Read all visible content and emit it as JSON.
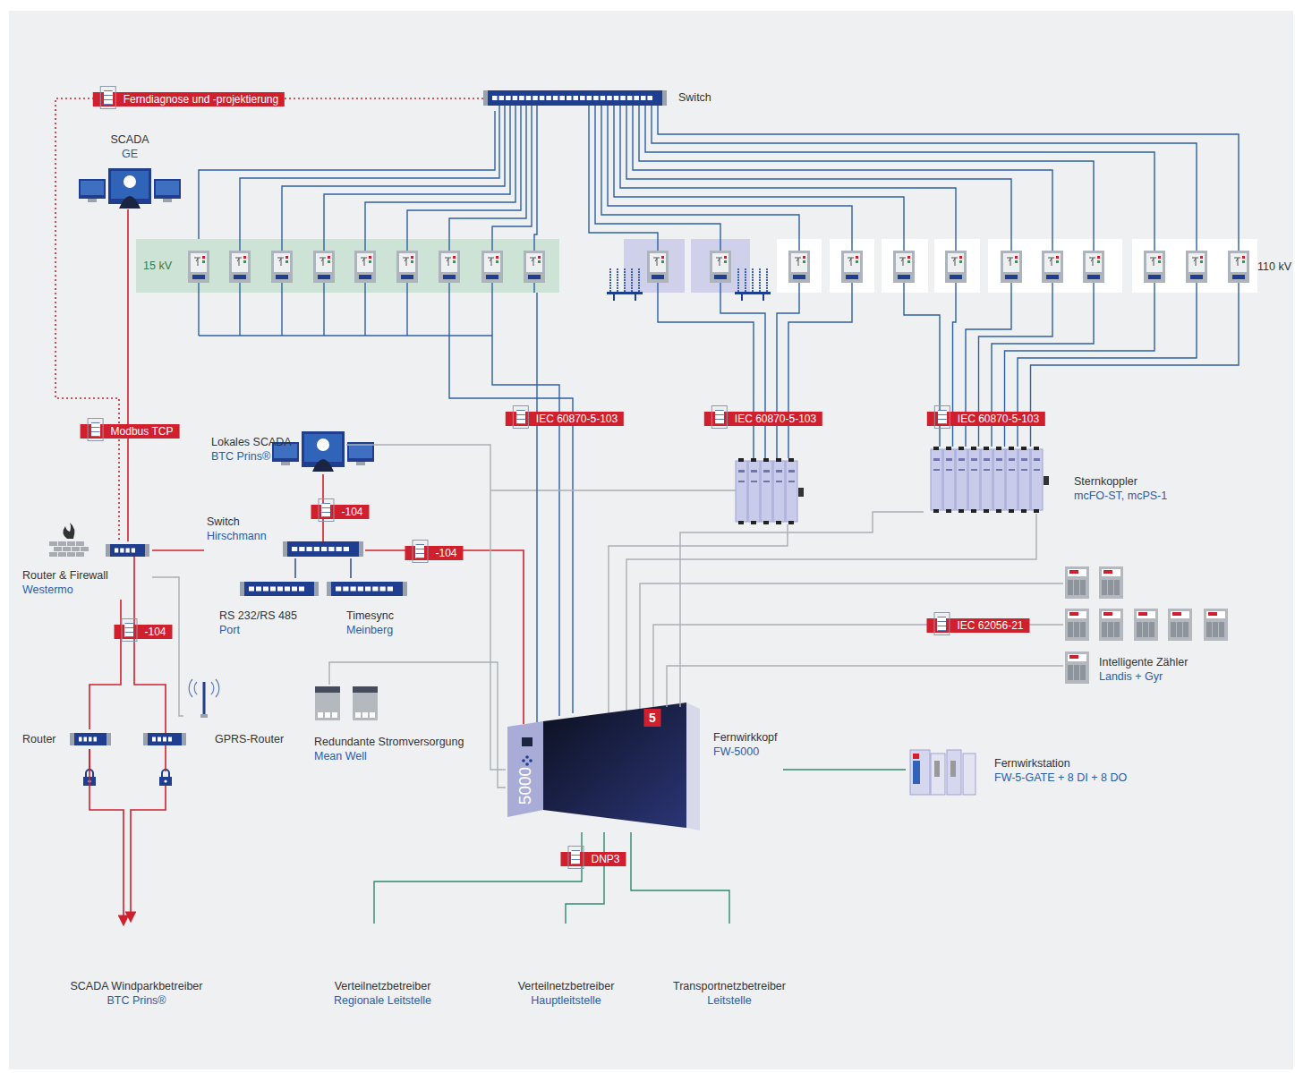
{
  "diagram": {
    "nodes": [
      {
        "text": [
          "Switch"
        ]
      },
      {
        "text": [
          "SCADA",
          "GE"
        ]
      },
      {
        "text": [
          "15 kV"
        ]
      },
      {
        "text": [
          "Lokales SCADA",
          "BTC Prins®"
        ]
      },
      {
        "text": [
          "Router & Firewall",
          "Westermo"
        ]
      },
      {
        "text": [
          "Switch",
          "Hirschmann"
        ]
      },
      {
        "text": [
          "RS 232/RS 485",
          "Port"
        ]
      },
      {
        "text": [
          "Timesync",
          "Meinberg"
        ]
      },
      {
        "text": [
          "Sternkoppler",
          "mcFO-ST, mcPS-1"
        ]
      },
      {
        "text": [
          "Router"
        ]
      },
      {
        "text": [
          "GPRS-Router"
        ]
      },
      {
        "text": [
          "Redundante Stromversorgung",
          "Mean Well"
        ]
      },
      {
        "text": [
          "Fernwirkkopf",
          "FW-5000"
        ]
      },
      {
        "text": [
          "Fernwirkstation",
          "FW-5-GATE + 8 DI + 8 DO"
        ]
      },
      {
        "text": [
          "Intelligente Zähler",
          "Landis + Gyr"
        ]
      },
      {
        "text": [
          "SCADA Windparkbetreiber",
          "BTC Prins®"
        ]
      },
      {
        "text": [
          "Verteilnetzbetreiber",
          "Regionale Leitstelle"
        ]
      },
      {
        "text": [
          "Verteilnetzbetreiber",
          "Hauptleitstelle"
        ]
      },
      {
        "text": [
          "Transportnetzbetreiber",
          "Leitstelle"
        ]
      }
    ],
    "edges": [
      {
        "from": 1,
        "to": 4,
        "arrow": "none",
        "label": "Modbus TCP"
      },
      {
        "from": 0,
        "to": 4,
        "arrow": "none",
        "label": "Ferndiagnose und -projektierung"
      },
      {
        "from": 3,
        "to": 5,
        "arrow": "none",
        "label": "-104"
      },
      {
        "from": 5,
        "to": 6,
        "arrow": "none"
      },
      {
        "from": 5,
        "to": 7,
        "arrow": "none"
      },
      {
        "from": 4,
        "to": 5,
        "arrow": "none"
      },
      {
        "from": 5,
        "to": 12,
        "arrow": "none",
        "label": "-104"
      },
      {
        "from": 4,
        "to": 9,
        "arrow": "none",
        "label": "-104"
      },
      {
        "from": 9,
        "to": 15,
        "arrow": "to"
      },
      {
        "from": 4,
        "to": 10,
        "arrow": "none"
      },
      {
        "from": 3,
        "to": 12,
        "arrow": "none"
      },
      {
        "from": 11,
        "to": 12,
        "arrow": "none"
      },
      {
        "from": 12,
        "to": 8,
        "arrow": "none"
      },
      {
        "from": 12,
        "to": 14,
        "arrow": "none"
      },
      {
        "from": 12,
        "to": 13,
        "arrow": "none"
      },
      {
        "from": 12,
        "to": 16,
        "arrow": "none"
      },
      {
        "from": 12,
        "to": 17,
        "arrow": "none",
        "label": "DNP3"
      },
      {
        "from": 12,
        "to": 18,
        "arrow": "none"
      },
      {
        "from": 0,
        "to": 2,
        "arrow": "none"
      },
      {
        "from": 2,
        "to": 12,
        "arrow": "none"
      }
    ],
    "labels": [
      "110 kV",
      "IEC 60870-5-103",
      "IEC 60870-5-103",
      "IEC 60870-5-103",
      "IEC 62056-21",
      "5",
      "5000"
    ]
  }
}
